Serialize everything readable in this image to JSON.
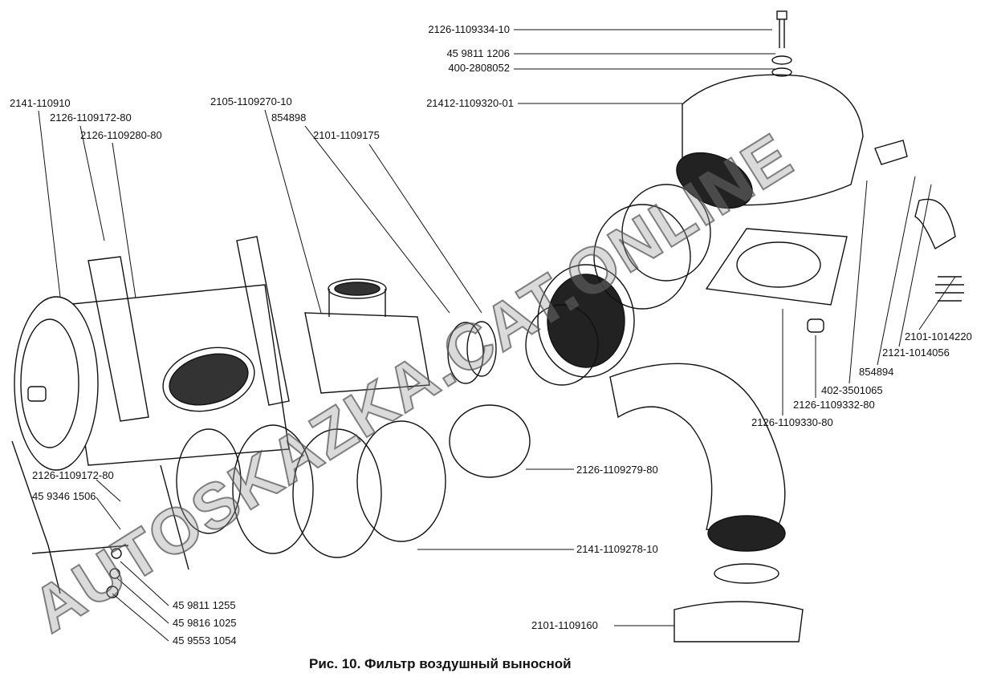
{
  "labels": {
    "bolt": "2126-1109334-10",
    "washer_top": "45 9811 1206",
    "washer_rubber": "400-2808052",
    "housing_cover": "21412-1109320-01",
    "filter_assembly": "2141-110910",
    "clamp_top_left": "2126-1109172-80",
    "bracket_top": "2126-1109280-80",
    "filter_body": "2105-1109270-10",
    "clamp_854898": "854898",
    "hose_175": "2101-1109175",
    "spring": "2101-1014220",
    "hose_small": "2121-1014056",
    "clamp_854894": "854894",
    "bushing": "402-3501065",
    "spacer": "2126-1109332-80",
    "gasket": "2126-1109330-80",
    "sleeve": "2126-1109279-80",
    "clamp_bottom_left": "2126-1109172-80",
    "bolt_bottom": "45 9346 1506",
    "bellows": "2141-1109278-10",
    "washer_1255": "45 9811 1255",
    "washer_1025": "45 9816 1025",
    "nut_1054": "45 9553 1054",
    "intake_pipe": "2101-1109160"
  },
  "caption": "Рис. 10. Фильтр воздушный выносной",
  "watermark": "AUTOSKAZKA.CAT.ONLINE"
}
